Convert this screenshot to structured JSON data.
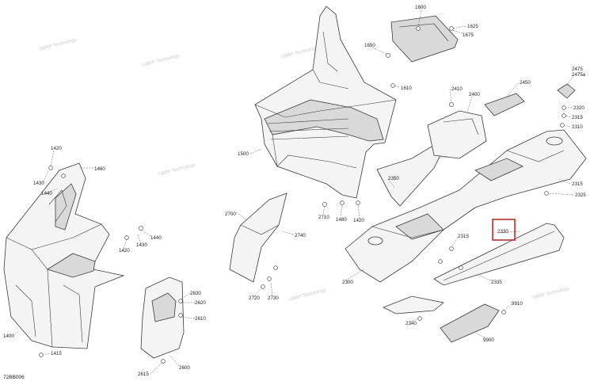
{
  "diagram": {
    "reference_code": "72BB006",
    "highlight_color": "#c62828",
    "watermark_text": "©BRP Technology",
    "part_labels": [
      "1600",
      "1625",
      "1675",
      "1650",
      "1610",
      "2410",
      "2400",
      "2450",
      "2475",
      "2475a",
      "2320",
      "2315",
      "2310",
      "1500",
      "1420",
      "1460",
      "1430",
      "1440",
      "2350",
      "2315",
      "2325",
      "2700",
      "2710",
      "1480",
      "1420",
      "1440",
      "1430",
      "2740",
      "1420",
      "2330",
      "2315",
      "2300",
      "2335",
      "2720",
      "2730",
      "2630",
      "2620",
      "2610",
      "2600",
      "2615",
      "2340",
      "9910",
      "9900",
      "1400",
      "1415"
    ]
  }
}
